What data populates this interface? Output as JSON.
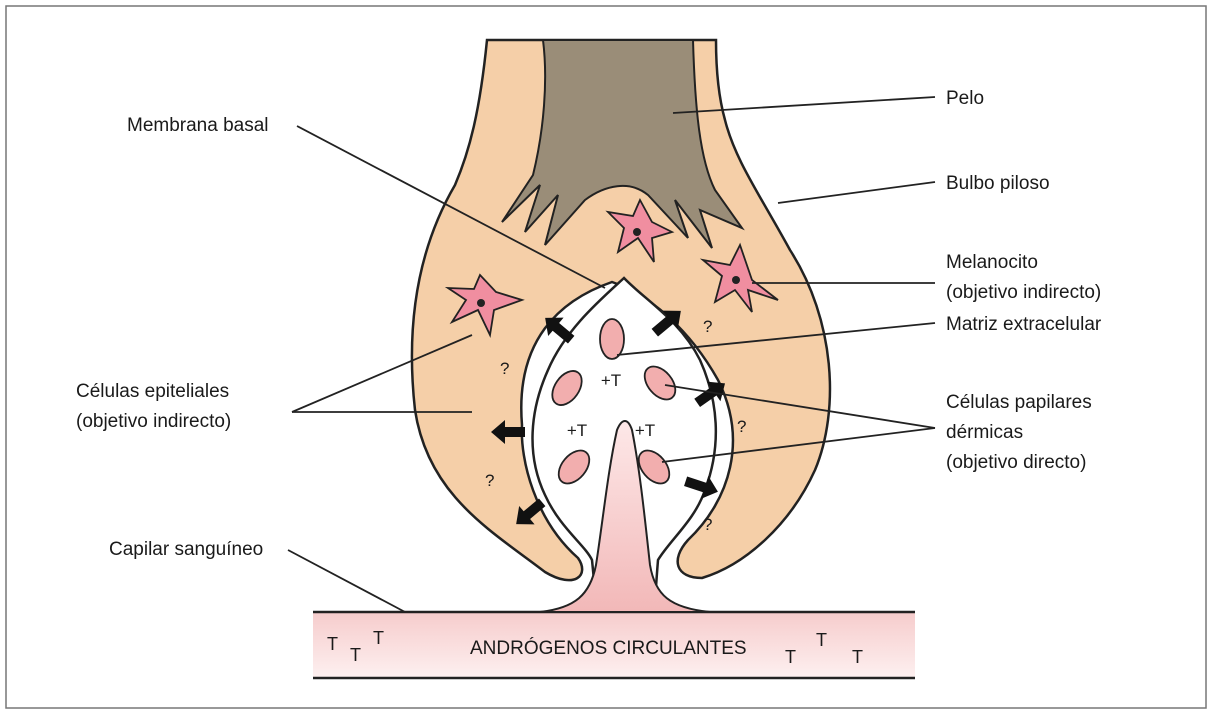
{
  "labels": {
    "pelo": "Pelo",
    "bulbo_piloso": "Bulbo piloso",
    "membrana_basal": "Membrana basal",
    "melanocito_line1": "Melanocito",
    "melanocito_line2": "(objetivo indirecto)",
    "matriz_extracelular": "Matriz extracelular",
    "celulas_epiteliales_line1": "Células epiteliales",
    "celulas_epiteliales_line2": "(objetivo indirecto)",
    "celulas_papilares_line1": "Células papilares",
    "celulas_papilares_line2": "dérmicas",
    "celulas_papilares_line3": "(objetivo directo)",
    "capilar_sanguineo": "Capilar sanguíneo"
  },
  "vessel_text": "ANDRÓGENOS CIRCULANTES",
  "testosterone_symbol": "T",
  "testosterone_plus": "+T",
  "question_mark": "?",
  "colors": {
    "bulb": "#f5cfa8",
    "hair": "#9a8d78",
    "papilla_cells": "#f2aeae",
    "melanocyte": "#f08ea0",
    "vessel_top": "#f9dada",
    "vessel_bottom": "#fbe9e9",
    "capillary": "#f4c4c4",
    "arrow": "#111111",
    "stroke": "#222222"
  }
}
